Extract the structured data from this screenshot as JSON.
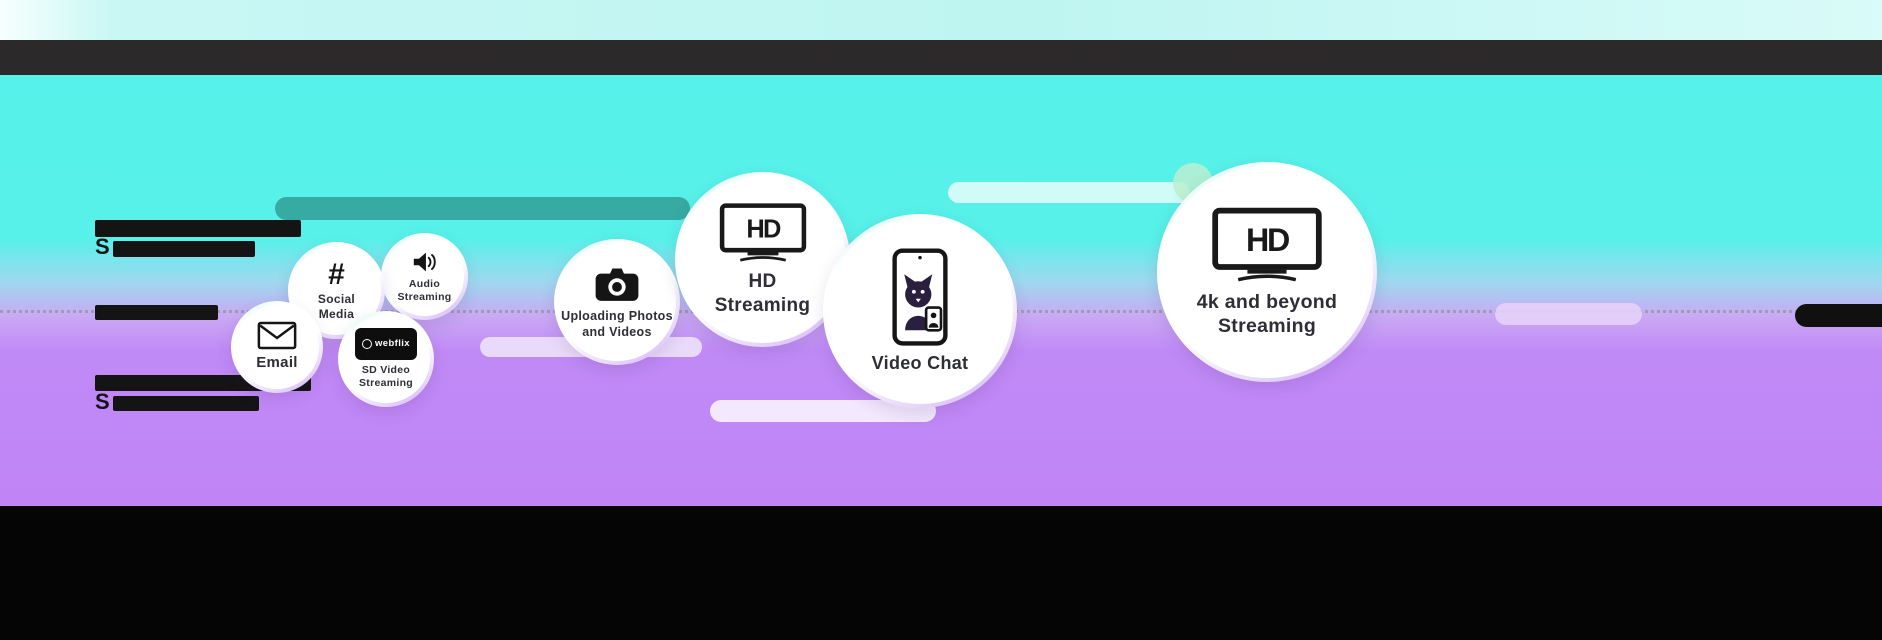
{
  "colors": {
    "top_band": "#c9f7f4",
    "dark_bar": "#2b2929",
    "cyan_bg": "#56f1e9",
    "purple_bg": "#c184f6",
    "bottom_band": "#050505",
    "bubble_fill": "#ffffff",
    "rim_mint": "#c9f6ef",
    "rim_purple": "#cfa5f8",
    "ink": "#151515"
  },
  "bubbles": {
    "email": {
      "label": "Email"
    },
    "social": {
      "label": "Social\nMedia"
    },
    "audio": {
      "label": "Audio\nStreaming"
    },
    "sd": {
      "label": "SD Video\nStreaming"
    },
    "upload": {
      "label": "Uploading Photos\nand Videos"
    },
    "hd": {
      "label": "HD\nStreaming"
    },
    "video": {
      "label": "Video Chat"
    },
    "fourk": {
      "label": "4k and beyond\nStreaming"
    }
  },
  "icons": {
    "hashtag": "#",
    "tv_logo": "HD",
    "webflix_brand": "webflix"
  },
  "redacted": {
    "s1": "S",
    "s2": "S"
  }
}
